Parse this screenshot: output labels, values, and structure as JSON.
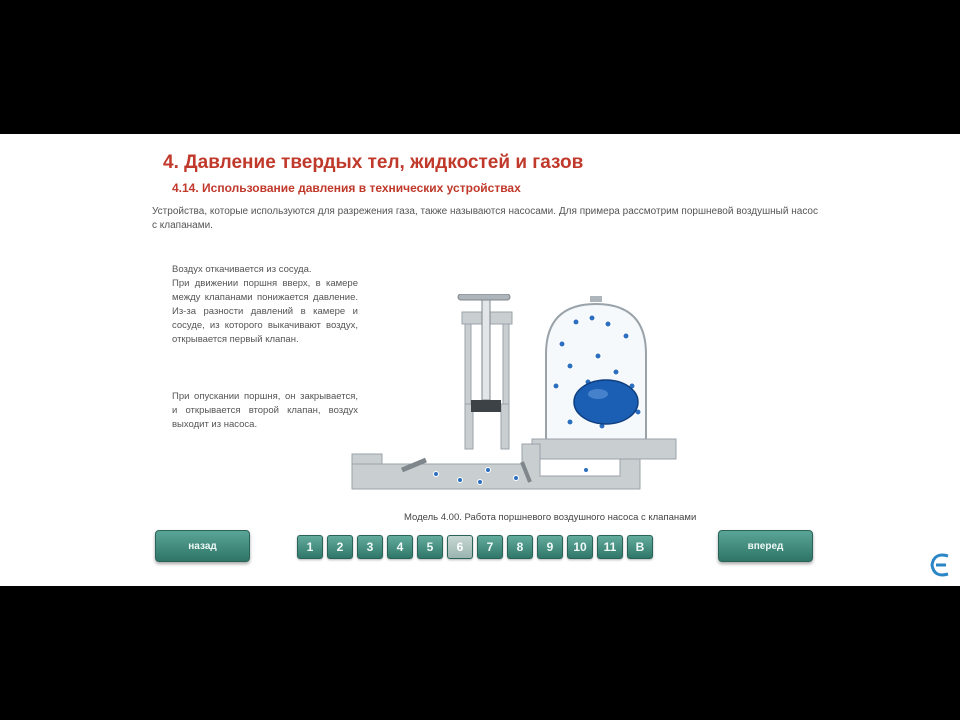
{
  "chapter_title": "4. Давление твердых тел, жидкостей и газов",
  "section_title": "4.14. Использование давления в технических устройствах",
  "intro_text": "Устройства, которые используются для разрежения газа, также называются насосами. Для примера рассмотрим поршневой воздушный насос с клапанами.",
  "side_text_1": [
    "Воздух откачивается из сосуда.",
    "При движении поршня вверх, в камере между клапанами понижается давление. Из-за разности давлений в камере и сосуде, из которого выкачивают воздух, открывается первый клапан."
  ],
  "side_text_2": "При опускании поршня, он закрывается, и открывается второй клапан, воздух выходит из насоса.",
  "model_caption": "Модель 4.00. Работа поршневого воздушного насоса с клапанами",
  "nav": {
    "back_label": "назад",
    "next_label": "вперед"
  },
  "pages": [
    {
      "label": "1",
      "active": false
    },
    {
      "label": "2",
      "active": false
    },
    {
      "label": "3",
      "active": false
    },
    {
      "label": "4",
      "active": false
    },
    {
      "label": "5",
      "active": false
    },
    {
      "label": "6",
      "active": true
    },
    {
      "label": "7",
      "active": false
    },
    {
      "label": "8",
      "active": false
    },
    {
      "label": "9",
      "active": false
    },
    {
      "label": "10",
      "active": false
    },
    {
      "label": "11",
      "active": false
    },
    {
      "label": "В",
      "active": false
    }
  ],
  "colors": {
    "title_red": "#c0392b",
    "nav_teal": "#3d8a7a",
    "balloon_blue": "#1a5fb4"
  }
}
